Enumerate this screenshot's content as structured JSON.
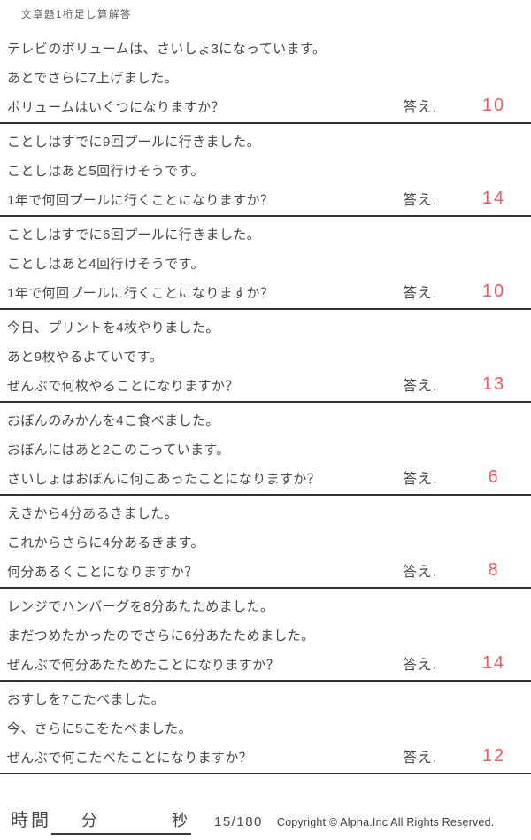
{
  "title": "文章題1桁足し算解答",
  "labels": {
    "answer": "答え."
  },
  "problems": [
    {
      "line1": "テレビのボリュームは、さいしょ3になっています。",
      "line2": "あとでさらに7上げました。",
      "question": "ボリュームはいくつになりますか？",
      "answer": "10"
    },
    {
      "line1": "ことしはすでに9回プールに行きました。",
      "line2": "ことしはあと5回行けそうです。",
      "question": "1年で何回プールに行くことになりますか？",
      "answer": "14"
    },
    {
      "line1": "ことしはすでに6回プールに行きました。",
      "line2": "ことしはあと4回行けそうです。",
      "question": "1年で何回プールに行くことになりますか？",
      "answer": "10"
    },
    {
      "line1": "今日、プリントを4枚やりました。",
      "line2": "あと9枚やるよていです。",
      "question": "ぜんぶで何枚やることになりますか？",
      "answer": "13"
    },
    {
      "line1": "おぼんのみかんを4こ食べました。",
      "line2": "おぼんにはあと2このこっています。",
      "question": "さいしょはおぼんに何こあったことになりますか？",
      "answer": "6"
    },
    {
      "line1": "えきから4分あるきました。",
      "line2": "これからさらに4分あるきます。",
      "question": "何分あるくことになりますか？",
      "answer": "8"
    },
    {
      "line1": "レンジでハンバーグを8分あたためました。",
      "line2": "まだつめたかったのでさらに6分あたためました。",
      "question": "ぜんぶで何分あたためたことになりますか？",
      "answer": "14"
    },
    {
      "line1": "おすしを7こたべました。",
      "line2": "今、さらに5こをたべました。",
      "question": "ぜんぶで何こたべたことになりますか？",
      "answer": "12"
    }
  ],
  "footer": {
    "time_label": "時間",
    "minutes_label": "分",
    "seconds_label": "秒",
    "page_number": "15/180",
    "copyright": "Copyright ©  Alpha.Inc All Rights Reserved."
  },
  "colors": {
    "answer_red": "#ee5b5e",
    "body_text": "#474747",
    "rule": "#323232"
  }
}
